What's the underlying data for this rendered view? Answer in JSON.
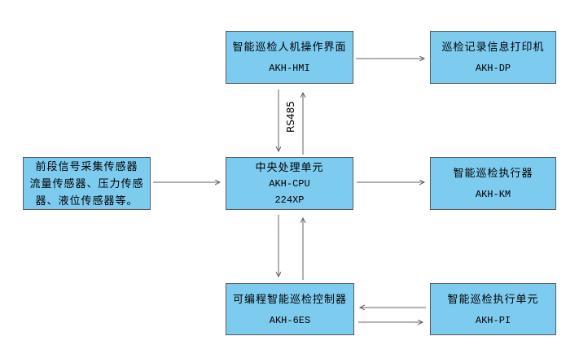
{
  "colors": {
    "box_fill": "#7DCBEF",
    "box_border": "#58595B",
    "arrow": "#606060"
  },
  "bus_label": "RS485",
  "nodes": {
    "hmi": {
      "title": "智能巡检人机操作界面",
      "code": "AKH-HMI"
    },
    "printer": {
      "title": "巡检记录信息打印机",
      "code": "AKH-DP"
    },
    "sensors": {
      "line1": "前段信号采集传感器",
      "line2": "流量传感器、压力传感",
      "line3": "器、液位传感器等。"
    },
    "cpu": {
      "title": "中央处理单元",
      "code": "AKH-CPU",
      "model": "224XP"
    },
    "actuator": {
      "title": "智能巡检执行器",
      "code": "AKH-KM"
    },
    "controller": {
      "title": "可编程智能巡检控制器",
      "code": "AKH-6ES"
    },
    "exec_unit": {
      "title": "智能巡检执行单元",
      "code": "AKH-PI"
    }
  }
}
